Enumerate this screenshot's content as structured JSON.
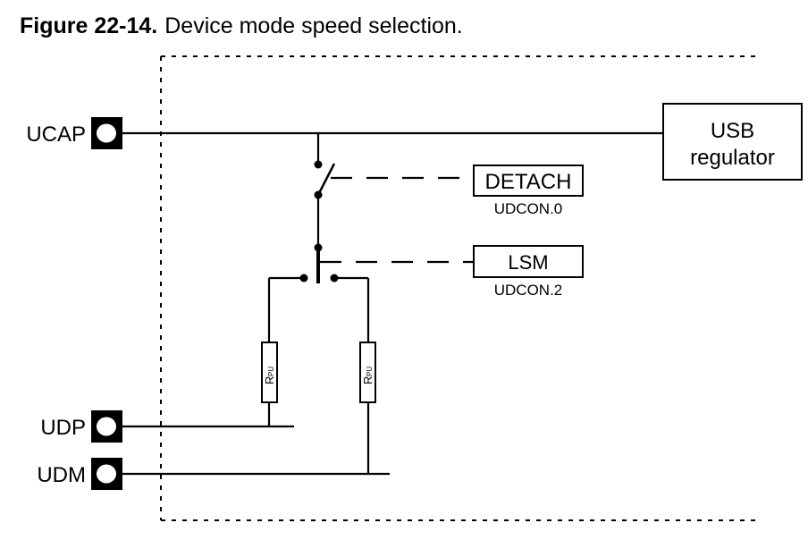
{
  "figure": {
    "number": "Figure 22-14.",
    "caption": "Device mode speed selection."
  },
  "pins": {
    "ucap": "UCAP",
    "udp": "UDP",
    "udm": "UDM"
  },
  "blocks": {
    "regulator_line1": "USB",
    "regulator_line2": "regulator",
    "detach": "DETACH",
    "detach_reg": "UDCON.0",
    "lsm": "LSM",
    "lsm_reg": "UDCON.2"
  },
  "resistors": {
    "left": {
      "symbol": "R",
      "subscript": "PU"
    },
    "right": {
      "symbol": "R",
      "subscript": "PU"
    }
  }
}
